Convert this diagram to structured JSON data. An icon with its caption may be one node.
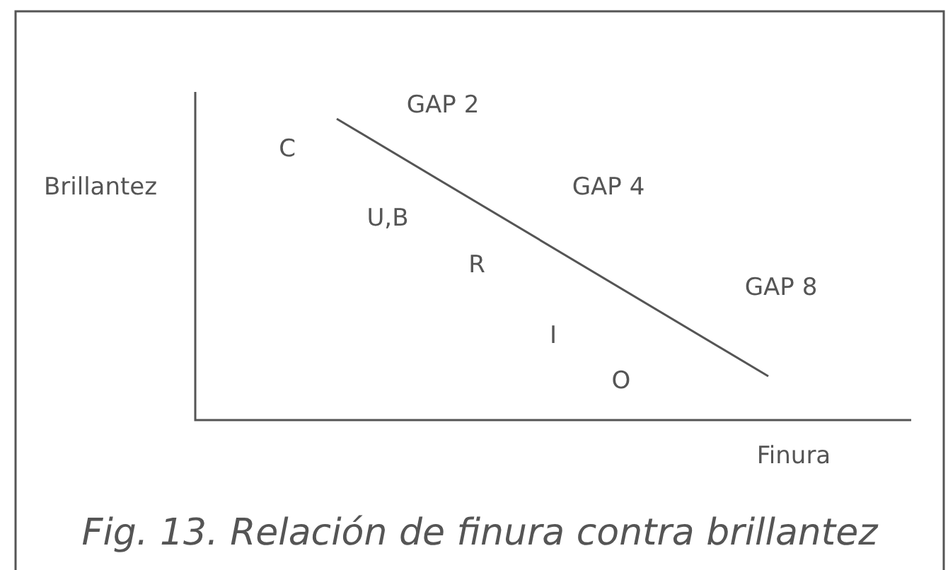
{
  "diagram": {
    "caption": "Fig. 13. Relación de finura contra brillantez",
    "labels": [
      "GAP 2",
      "C",
      "Brillantez",
      "GAP 4",
      "U,B",
      "R",
      "GAP 8",
      "I",
      "O",
      "Finura"
    ]
  }
}
